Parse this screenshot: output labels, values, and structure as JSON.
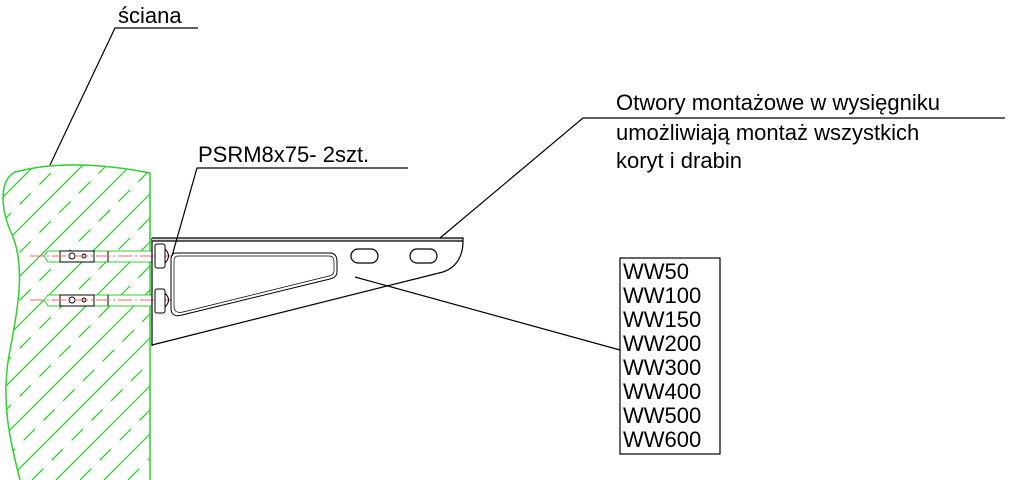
{
  "labels": {
    "wall": "ściana",
    "anchor": "PSRM8x75- 2szt.",
    "holes_line1": "Otwory montażowe w wysięgniku",
    "holes_line2": "umożliwiają montaż wszystkich",
    "holes_line3": "koryt i drabin"
  },
  "tray_sizes": [
    "WW50",
    "WW100",
    "WW150",
    "WW200",
    "WW300",
    "WW400",
    "WW500",
    "WW600"
  ],
  "colors": {
    "wall": "#33cc33",
    "axis": "#ff6666",
    "line": "#000000"
  }
}
